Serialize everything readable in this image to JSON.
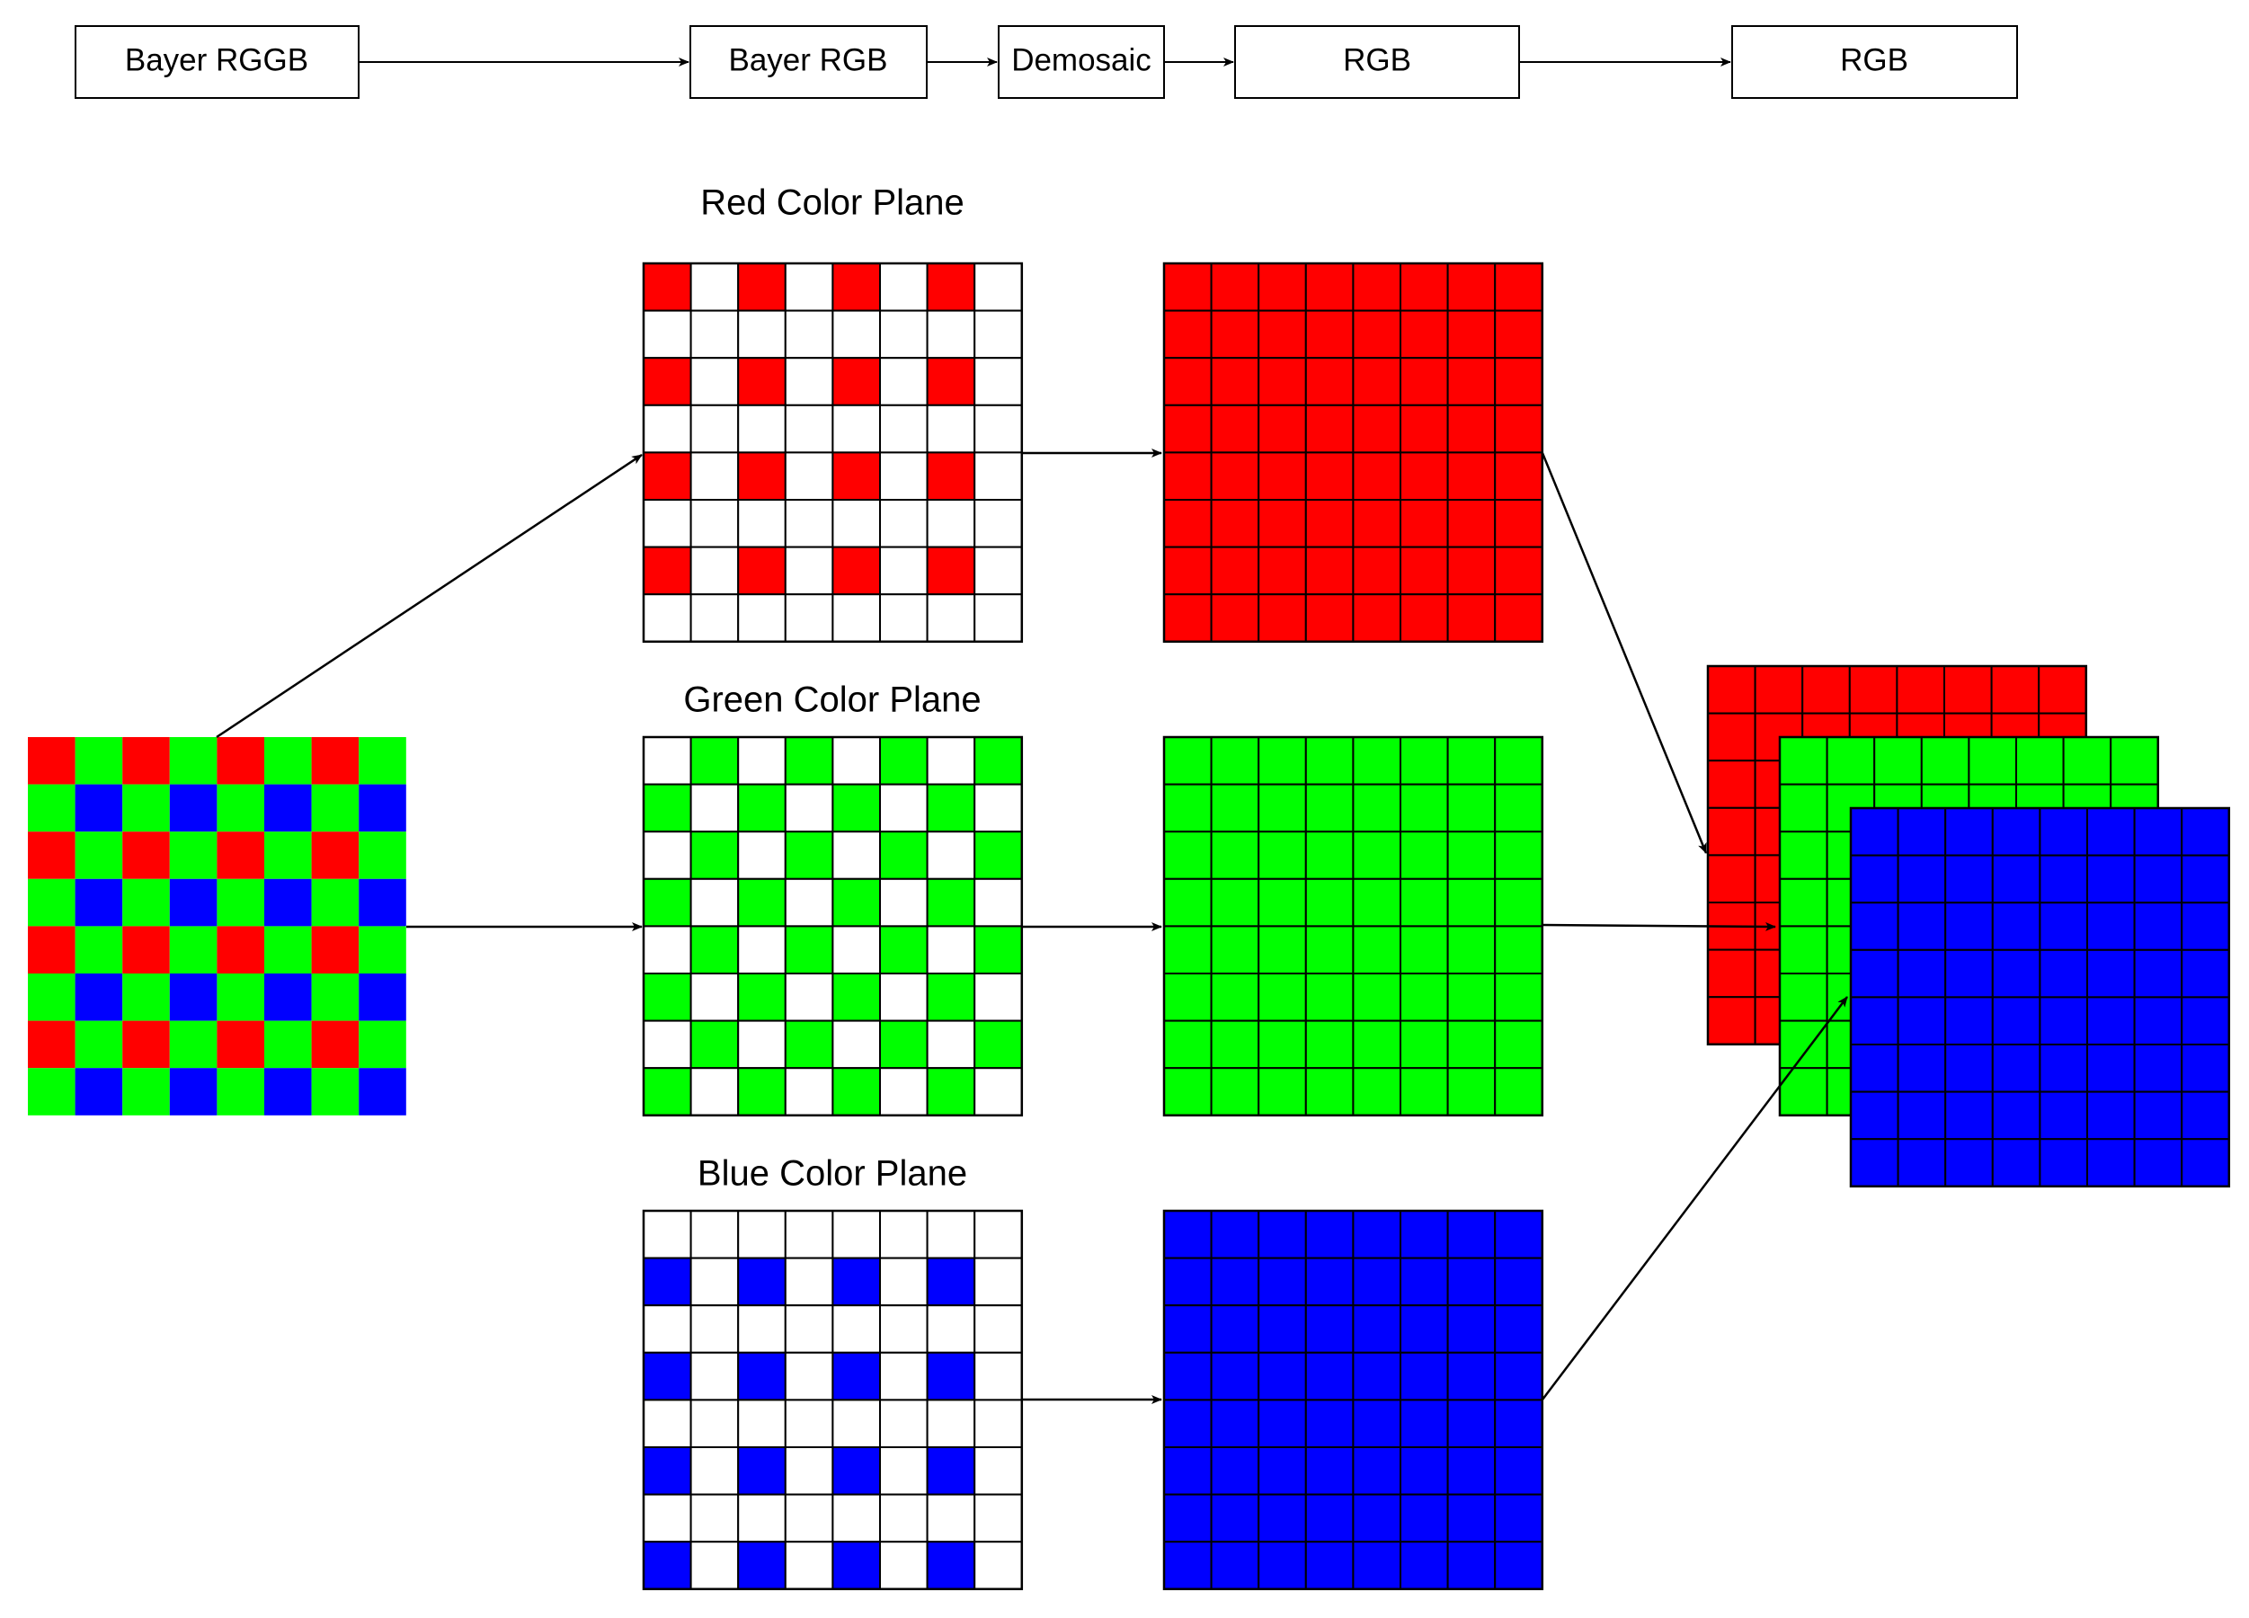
{
  "pipeline": {
    "stages": [
      {
        "label": "Bayer RGGB"
      },
      {
        "label": "Bayer RGB"
      },
      {
        "label": "Demosaic"
      },
      {
        "label": "RGB"
      },
      {
        "label": "RGB"
      }
    ]
  },
  "planes": {
    "red": {
      "title": "Red Color Plane"
    },
    "green": {
      "title": "Green Color Plane"
    },
    "blue": {
      "title": "Blue Color Plane"
    }
  },
  "grid_size": 8,
  "colors": {
    "red": "#ff0000",
    "green": "#00ff00",
    "blue": "#0000ff",
    "empty": "#ffffff",
    "line": "#000000"
  }
}
